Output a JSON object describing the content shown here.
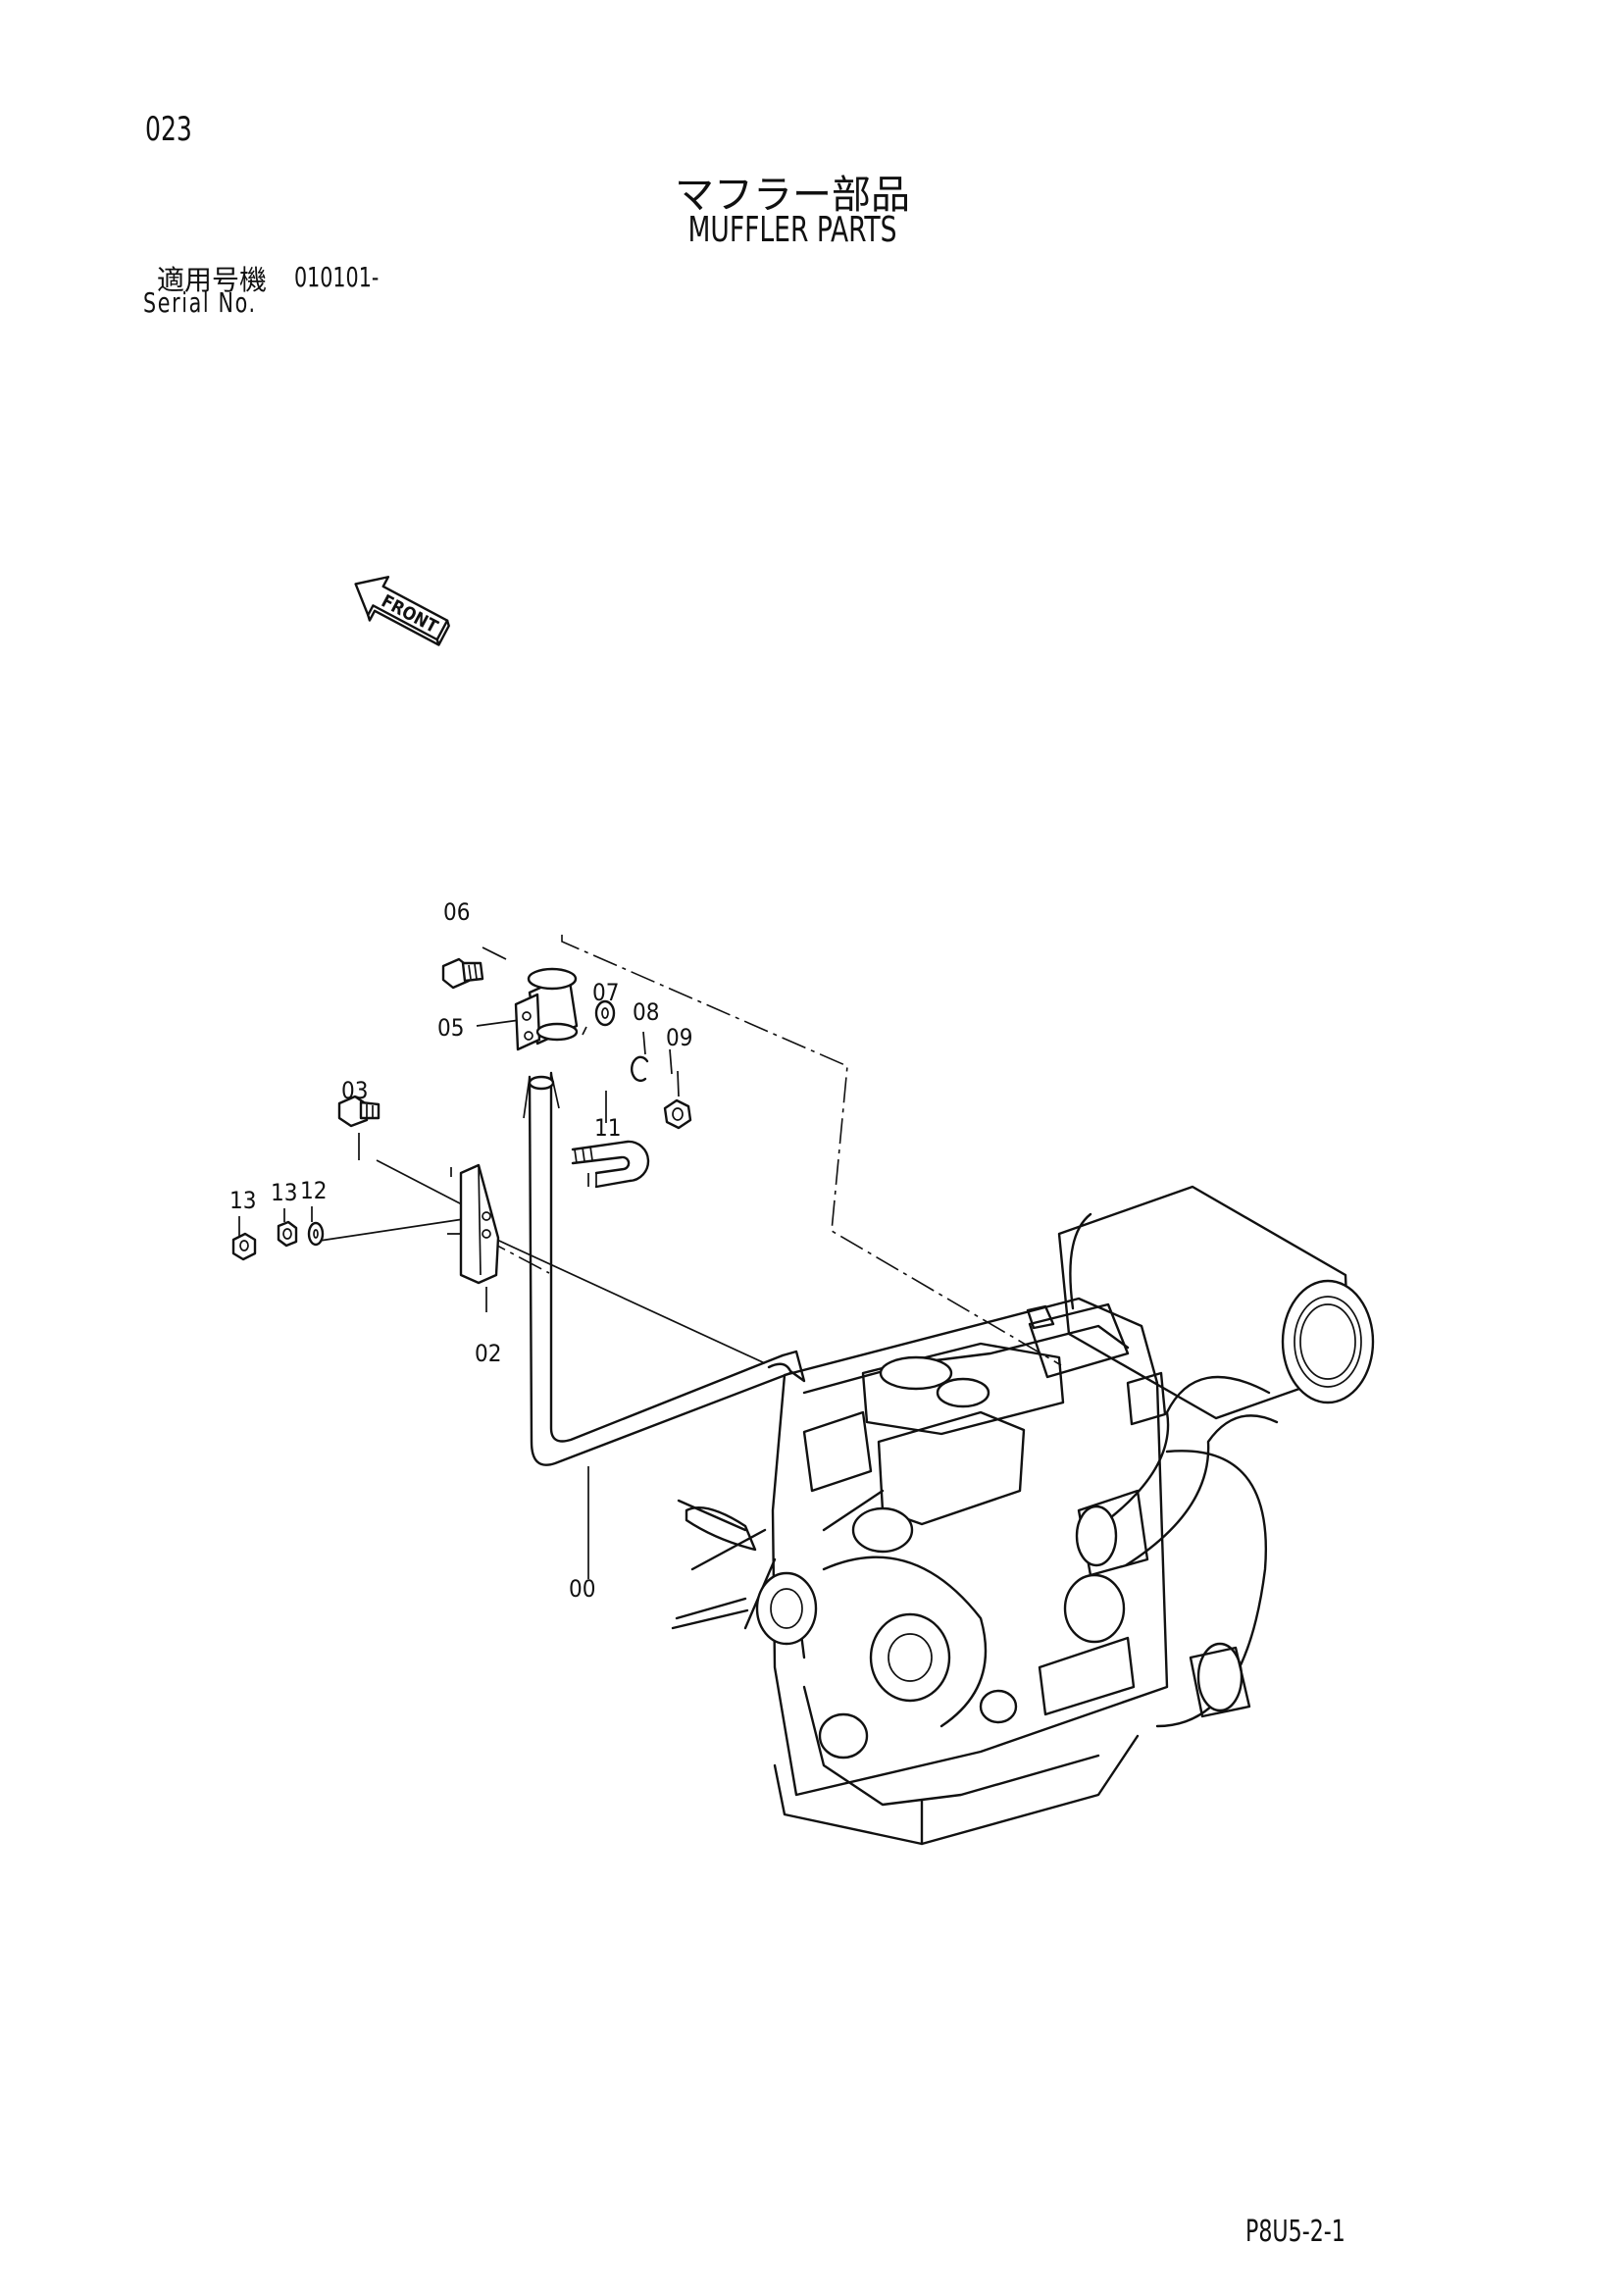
{
  "page": {
    "number": "023",
    "title_jp": "マフラー部品",
    "title_en": "MUFFLER PARTS",
    "serial_label_jp": "適用号機",
    "serial_value": "010101-",
    "serial_label_en": "Serial No.",
    "sheet_id": "P8U5-2-1"
  },
  "diagram": {
    "front_arrow_label": "FRONT",
    "callouts": [
      "06",
      "05",
      "07",
      "08",
      "09",
      "03",
      "11",
      "13",
      "13",
      "12",
      "02",
      "00"
    ]
  }
}
